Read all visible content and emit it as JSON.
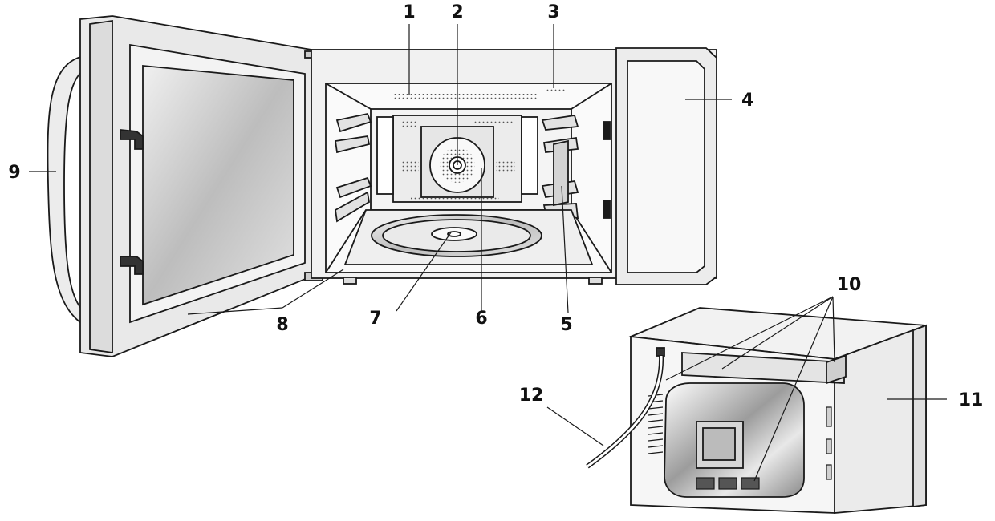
{
  "colors": {
    "outline": "#1a1a1a",
    "panel": "#e6e6e6",
    "panel_light": "#f2f2f2",
    "glass": "#cfcfcf",
    "cavity": "#f7f7f7",
    "metal": "#d9d9d9",
    "accent_dark": "#333333"
  },
  "labels": {
    "l1": "1",
    "l2": "2",
    "l3": "3",
    "l4": "4",
    "l5": "5",
    "l6": "6",
    "l7": "7",
    "l8": "8",
    "l9": "9",
    "l10": "10",
    "l11": "11",
    "l12": "12"
  }
}
